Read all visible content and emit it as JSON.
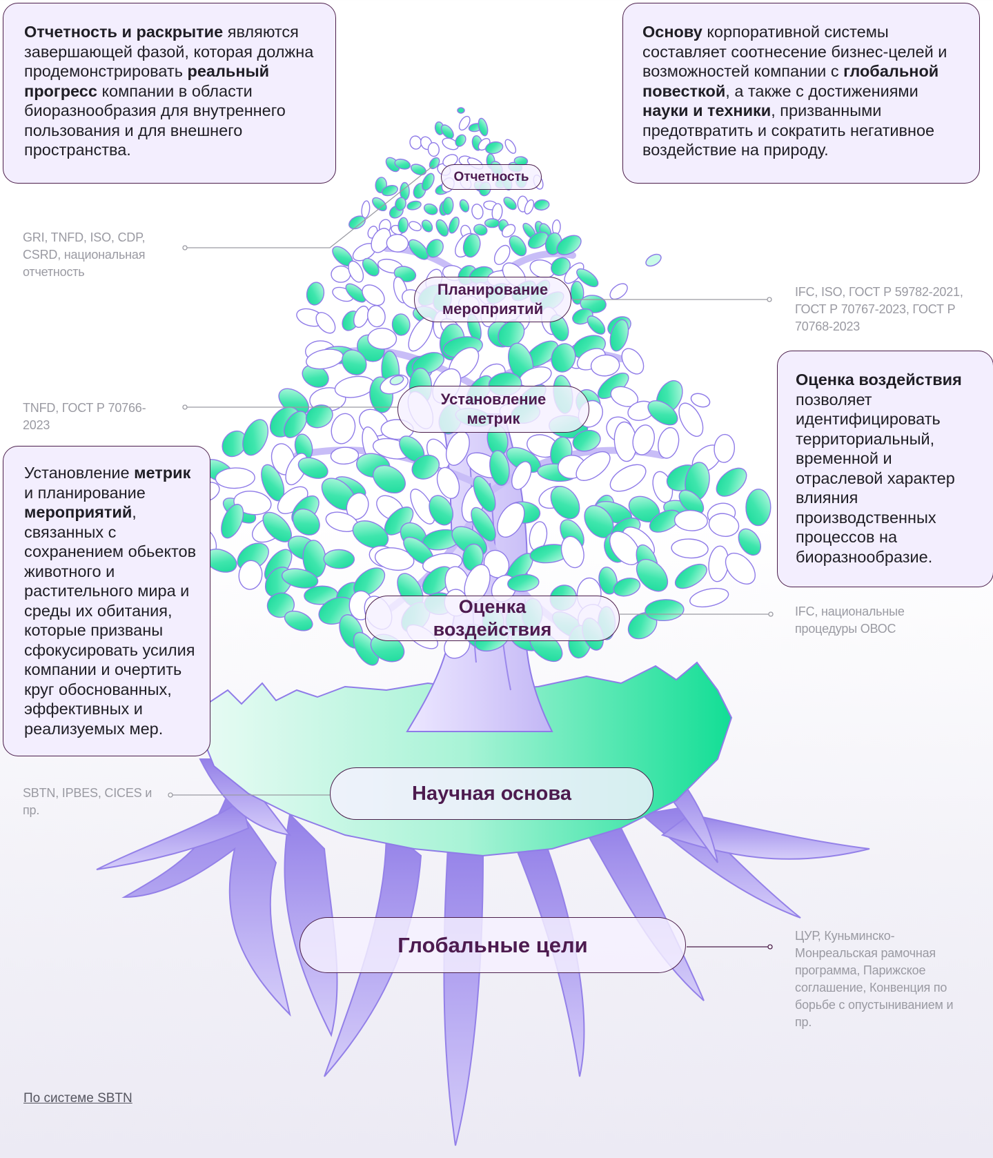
{
  "boxes": {
    "top_left": {
      "b1": "Отчетность и раскрытие",
      "t1": " являются завершающей фазой, которая должна продемонстрировать ",
      "b2": "реальный прогресс",
      "t2": " компании в области биоразнообразия для внутреннего пользования  и для внешнего пространства."
    },
    "top_right": {
      "b1": "Основу",
      "t1": " корпоративной системы составляет соотнесение бизнес-целей и возможностей компании с ",
      "b2": "глобальной повесткой",
      "t2": ", а также с достижениями ",
      "b3": "науки и техники",
      "t3": ", призванными предотвратить и сократить негативное воздействие на природу."
    },
    "left_middle": {
      "t1": "Установление ",
      "b1": "метрик",
      "t2": " и планирование ",
      "b2": "мероприятий",
      "t3": ", связанных с сохранением обьектов животного и растительного мира и среды их обитания, которые призваны сфокусировать усилия компании и очертить круг обоснованных, эффективных и реализуемых мер."
    },
    "right_middle": {
      "b1": "Оценка воздействия",
      "t1": " позволяет идентифицировать территориальный, временной и отраслевой характер влияния производственных процессов на биоразнообразие."
    }
  },
  "stages": {
    "reporting": "Отчетность",
    "planning": "Планирование мероприятий",
    "metrics": "Установление метрик",
    "impact": "Оценка воздействия",
    "science": "Научная основа",
    "goals": "Глобальные цели"
  },
  "notes": {
    "reporting": "GRI, TNFD, ISO, CDP, CSRD, национальная отчетность",
    "planning": "IFC, ISO, ГОСТ Р 59782-2021, ГОСТ Р 70767-2023, ГОСТ Р 70768-2023",
    "metrics": "TNFD, ГОСТ Р 70766-2023",
    "impact": "IFC, национальные процедуры ОВОС",
    "science": "SBTN, IPBES, CICES и пр.",
    "goals": "ЦУР, Куньминско-Монреальская рамочная программа, Парижское соглашение, Конвенция по борьбе с опустыниванием и пр."
  },
  "source_link": "По системе SBTN",
  "colors": {
    "leaf_green": "#2fe3a6",
    "trunk_lavender": "#b9aef3",
    "root_purple": "#9b88ec",
    "outline": "#8f7be8",
    "box_bg": "#f3eefe",
    "border_plum": "#4a1d4a",
    "pill_text": "#4d1b4f"
  },
  "icons": [
    "tree-illustration"
  ]
}
